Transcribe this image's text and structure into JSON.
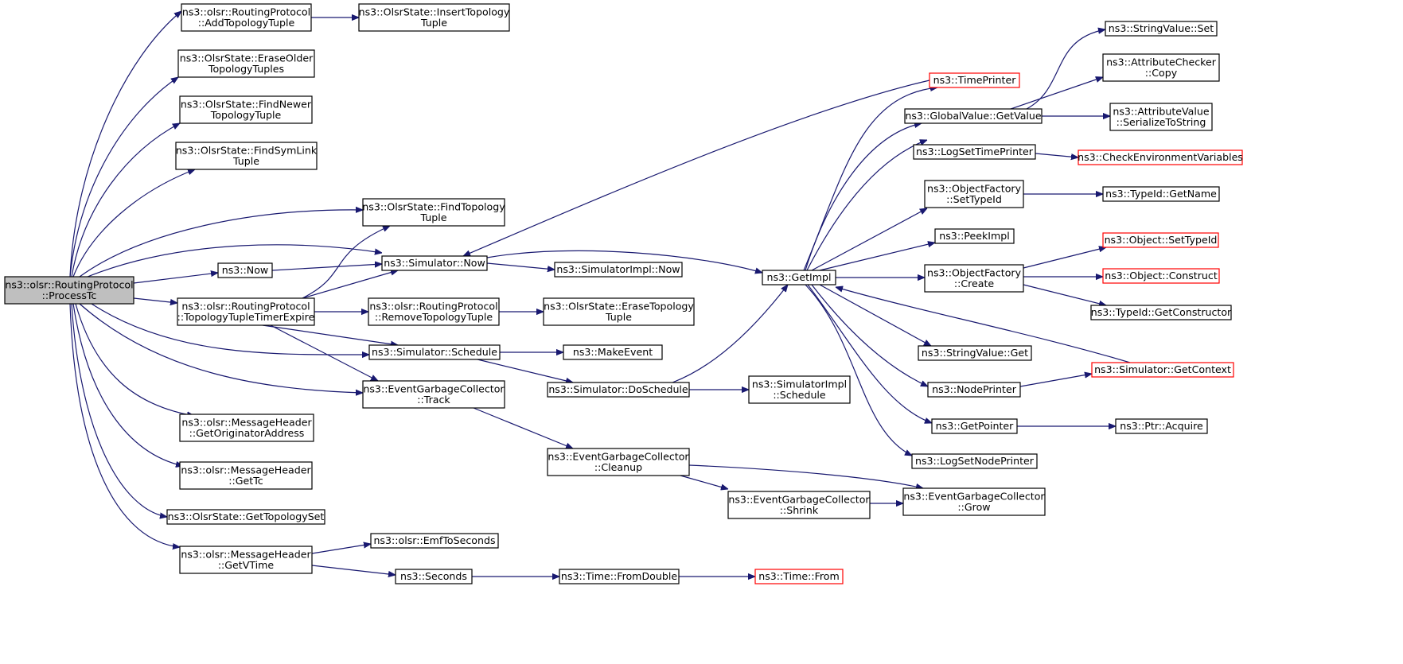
{
  "diagram": {
    "type": "call-graph",
    "colors": {
      "edge": "#191970",
      "root_fill": "#bfbfbf",
      "node_border": "#000000",
      "truncated_border": "#ff0000"
    },
    "nodes": [
      {
        "id": "root",
        "lines": [
          "ns3::olsr::RoutingProtocol",
          "::ProcessTc"
        ],
        "style": "root"
      },
      {
        "id": "addTopo",
        "lines": [
          "ns3::olsr::RoutingProtocol",
          "::AddTopologyTuple"
        ]
      },
      {
        "id": "insertTopo",
        "lines": [
          "ns3::OlsrState::InsertTopology",
          "Tuple"
        ]
      },
      {
        "id": "eraseOlder",
        "lines": [
          "ns3::OlsrState::EraseOlder",
          "TopologyTuples"
        ]
      },
      {
        "id": "findNewer",
        "lines": [
          "ns3::OlsrState::FindNewer",
          "TopologyTuple"
        ]
      },
      {
        "id": "findSymLink",
        "lines": [
          "ns3::OlsrState::FindSymLink",
          "Tuple"
        ]
      },
      {
        "id": "findTopo",
        "lines": [
          "ns3::OlsrState::FindTopology",
          "Tuple"
        ]
      },
      {
        "id": "now",
        "lines": [
          "ns3::Now"
        ]
      },
      {
        "id": "simNow",
        "lines": [
          "ns3::Simulator::Now"
        ]
      },
      {
        "id": "topoExpire",
        "lines": [
          "ns3::olsr::RoutingProtocol",
          "::TopologyTupleTimerExpire"
        ]
      },
      {
        "id": "removeTopo",
        "lines": [
          "ns3::olsr::RoutingProtocol",
          "::RemoveTopologyTuple"
        ]
      },
      {
        "id": "eraseTopo",
        "lines": [
          "ns3::OlsrState::EraseTopology",
          "Tuple"
        ]
      },
      {
        "id": "schedule",
        "lines": [
          "ns3::Simulator::Schedule"
        ]
      },
      {
        "id": "makeEvent",
        "lines": [
          "ns3::MakeEvent"
        ]
      },
      {
        "id": "track",
        "lines": [
          "ns3::EventGarbageCollector",
          "::Track"
        ]
      },
      {
        "id": "doSchedule",
        "lines": [
          "ns3::Simulator::DoSchedule"
        ]
      },
      {
        "id": "implSchedule",
        "lines": [
          "ns3::SimulatorImpl",
          "::Schedule"
        ]
      },
      {
        "id": "implNow",
        "lines": [
          "ns3::SimulatorImpl::Now"
        ]
      },
      {
        "id": "getOrig",
        "lines": [
          "ns3::olsr::MessageHeader",
          "::GetOriginatorAddress"
        ]
      },
      {
        "id": "getTc",
        "lines": [
          "ns3::olsr::MessageHeader",
          "::GetTc"
        ]
      },
      {
        "id": "getTopoSet",
        "lines": [
          "ns3::OlsrState::GetTopologySet"
        ]
      },
      {
        "id": "getVTime",
        "lines": [
          "ns3::olsr::MessageHeader",
          "::GetVTime"
        ]
      },
      {
        "id": "emf",
        "lines": [
          "ns3::olsr::EmfToSeconds"
        ]
      },
      {
        "id": "seconds",
        "lines": [
          "ns3::Seconds"
        ]
      },
      {
        "id": "fromDouble",
        "lines": [
          "ns3::Time::FromDouble"
        ]
      },
      {
        "id": "timeFrom",
        "lines": [
          "ns3::Time::From"
        ],
        "style": "truncated"
      },
      {
        "id": "cleanup",
        "lines": [
          "ns3::EventGarbageCollector",
          "::Cleanup"
        ]
      },
      {
        "id": "shrink",
        "lines": [
          "ns3::EventGarbageCollector",
          "::Shrink"
        ]
      },
      {
        "id": "grow",
        "lines": [
          "ns3::EventGarbageCollector",
          "::Grow"
        ]
      },
      {
        "id": "getImpl",
        "lines": [
          "ns3::GetImpl"
        ]
      },
      {
        "id": "timePrinter",
        "lines": [
          "ns3::TimePrinter"
        ],
        "style": "truncated"
      },
      {
        "id": "gvGetValue",
        "lines": [
          "ns3::GlobalValue::GetValue"
        ]
      },
      {
        "id": "logSetTime",
        "lines": [
          "ns3::LogSetTimePrinter"
        ]
      },
      {
        "id": "ofSetTypeId",
        "lines": [
          "ns3::ObjectFactory",
          "::SetTypeId"
        ]
      },
      {
        "id": "peekImpl",
        "lines": [
          "ns3::PeekImpl"
        ]
      },
      {
        "id": "ofCreate",
        "lines": [
          "ns3::ObjectFactory",
          "::Create"
        ]
      },
      {
        "id": "svGet",
        "lines": [
          "ns3::StringValue::Get"
        ]
      },
      {
        "id": "nodePrinter",
        "lines": [
          "ns3::NodePrinter"
        ]
      },
      {
        "id": "getPointer",
        "lines": [
          "ns3::GetPointer"
        ]
      },
      {
        "id": "logSetNode",
        "lines": [
          "ns3::LogSetNodePrinter"
        ]
      },
      {
        "id": "svSet",
        "lines": [
          "ns3::StringValue::Set"
        ]
      },
      {
        "id": "acCopy",
        "lines": [
          "ns3::AttributeChecker",
          "::Copy"
        ]
      },
      {
        "id": "avSerialize",
        "lines": [
          "ns3::AttributeValue",
          "::SerializeToString"
        ]
      },
      {
        "id": "checkEnv",
        "lines": [
          "ns3::CheckEnvironmentVariables"
        ],
        "style": "truncated"
      },
      {
        "id": "getName",
        "lines": [
          "ns3::TypeId::GetName"
        ]
      },
      {
        "id": "objSetTypeId",
        "lines": [
          "ns3::Object::SetTypeId"
        ],
        "style": "truncated"
      },
      {
        "id": "objConstruct",
        "lines": [
          "ns3::Object::Construct"
        ],
        "style": "truncated"
      },
      {
        "id": "getCtor",
        "lines": [
          "ns3::TypeId::GetConstructor"
        ]
      },
      {
        "id": "getContext",
        "lines": [
          "ns3::Simulator::GetContext"
        ],
        "style": "truncated"
      },
      {
        "id": "ptrAcquire",
        "lines": [
          "ns3::Ptr::Acquire"
        ]
      }
    ]
  }
}
